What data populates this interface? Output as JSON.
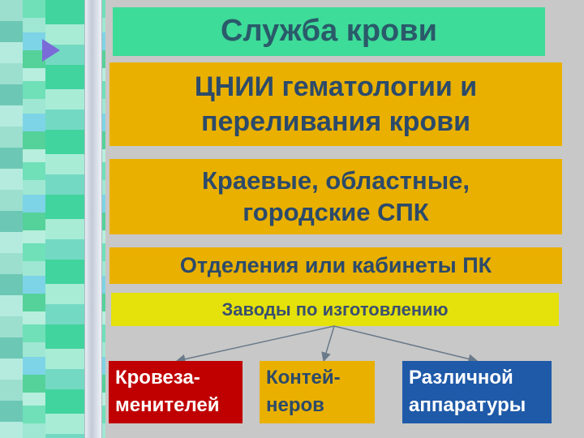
{
  "title": "Служба крови",
  "levels": [
    "ЦНИИ гематологии и\nпереливания крови",
    "Краевые, областные,\nгородские СПК",
    "Отделения или кабинеты ПК",
    "Заводы по изготовлению"
  ],
  "products": [
    "Кровеза-\nменителей",
    "Контей-\nнеров",
    "Различной\nаппаратуры"
  ],
  "colors": {
    "title_bg": "#3ddc98",
    "level_bg": "#e9b000",
    "factory_bg": "#e5e10a",
    "leaf_red": "#c00000",
    "leaf_orange": "#e9b000",
    "leaf_blue": "#1f5aa8",
    "text_main": "#2c4a6a"
  }
}
